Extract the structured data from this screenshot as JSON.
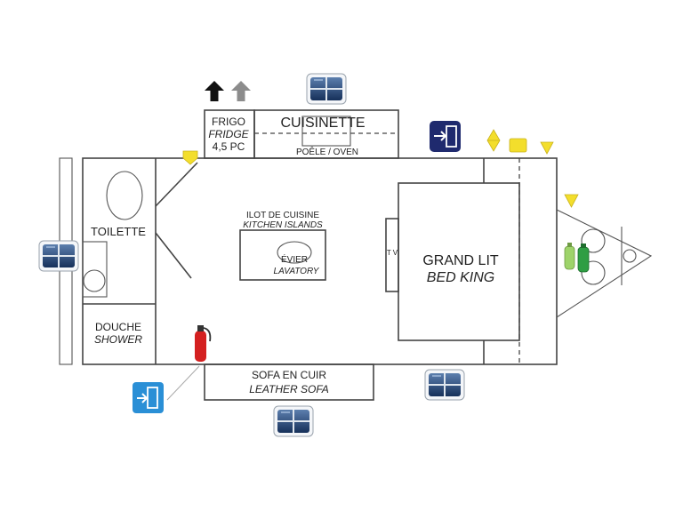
{
  "labels": {
    "fridge_fr": "FRIGO",
    "fridge_en": "FRIDGE",
    "fridge_size": "4,5 PC",
    "kitchenette": "CUISINETTE",
    "oven": "POÊLE / OVEN",
    "island_fr": "ILOT DE CUISINE",
    "island_en": "KITCHEN ISLANDS",
    "sink_fr": "ÉVIER",
    "sink_en": "LAVATORY",
    "toilet": "TOILETTE",
    "shower_fr": "DOUCHE",
    "shower_en": "SHOWER",
    "tv": "T V",
    "bed_fr": "GRAND LIT",
    "bed_en": "BED KING",
    "sofa_fr": "SOFA EN CUIR",
    "sofa_en": "LEATHER SOFA"
  },
  "icons": {
    "window": "window-icon",
    "entry_door": "entry-door-icon",
    "exit_door": "exit-door-icon",
    "fire_extinguisher": "fire-extinguisher-icon",
    "propane_tank": "propane-tank-icon",
    "up_arrow": "arrow-up-icon"
  },
  "colors": {
    "window_blue": "#1f3f6e",
    "entry_door_navy": "#1f2a6e",
    "exit_door_blue": "#2a8fd6",
    "extinguisher_red": "#d42020",
    "yellow_marker": "#f3de2c",
    "propane_green": "#2f9e44",
    "propane_light": "#9ed36a"
  }
}
